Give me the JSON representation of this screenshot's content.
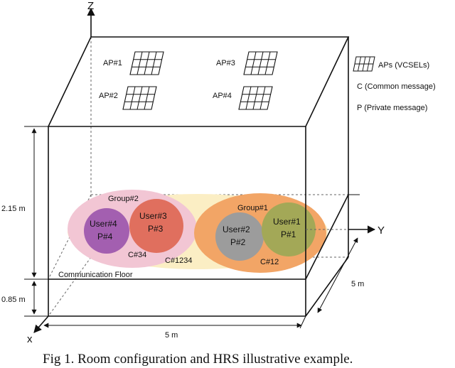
{
  "axes": {
    "z": "Z",
    "y": "Y",
    "x": "x"
  },
  "access_points": [
    {
      "label": "AP#1"
    },
    {
      "label": "AP#2"
    },
    {
      "label": "AP#3"
    },
    {
      "label": "AP#4"
    }
  ],
  "legend": {
    "ap": "APs (VCSELs)",
    "common": "C (Common message)",
    "private": "P (Private message)"
  },
  "dimensions": {
    "room_height": "2.15 m",
    "floor_height": "0.85 m",
    "width": "5 m",
    "depth": "5 m"
  },
  "floor_label": "Communication Floor",
  "groups": {
    "group1": "Group#1",
    "group2": "Group#2"
  },
  "users": [
    {
      "name": "User#1",
      "private": "P#1"
    },
    {
      "name": "User#2",
      "private": "P#2"
    },
    {
      "name": "User#3",
      "private": "P#3"
    },
    {
      "name": "User#4",
      "private": "P#4"
    }
  ],
  "common_messages": {
    "c12": "C#12",
    "c34": "C#34",
    "c1234": "C#1234"
  },
  "colors": {
    "c1234_region": "#fbeec4",
    "group2_region": "#f2c6d4",
    "group1_region": "#f2a566",
    "user1": "#a3a857",
    "user2": "#9c9c9c",
    "user3": "#e06f5e",
    "user4": "#a35fb0"
  },
  "caption": "Fig 1. Room configuration and HRS illustrative example."
}
